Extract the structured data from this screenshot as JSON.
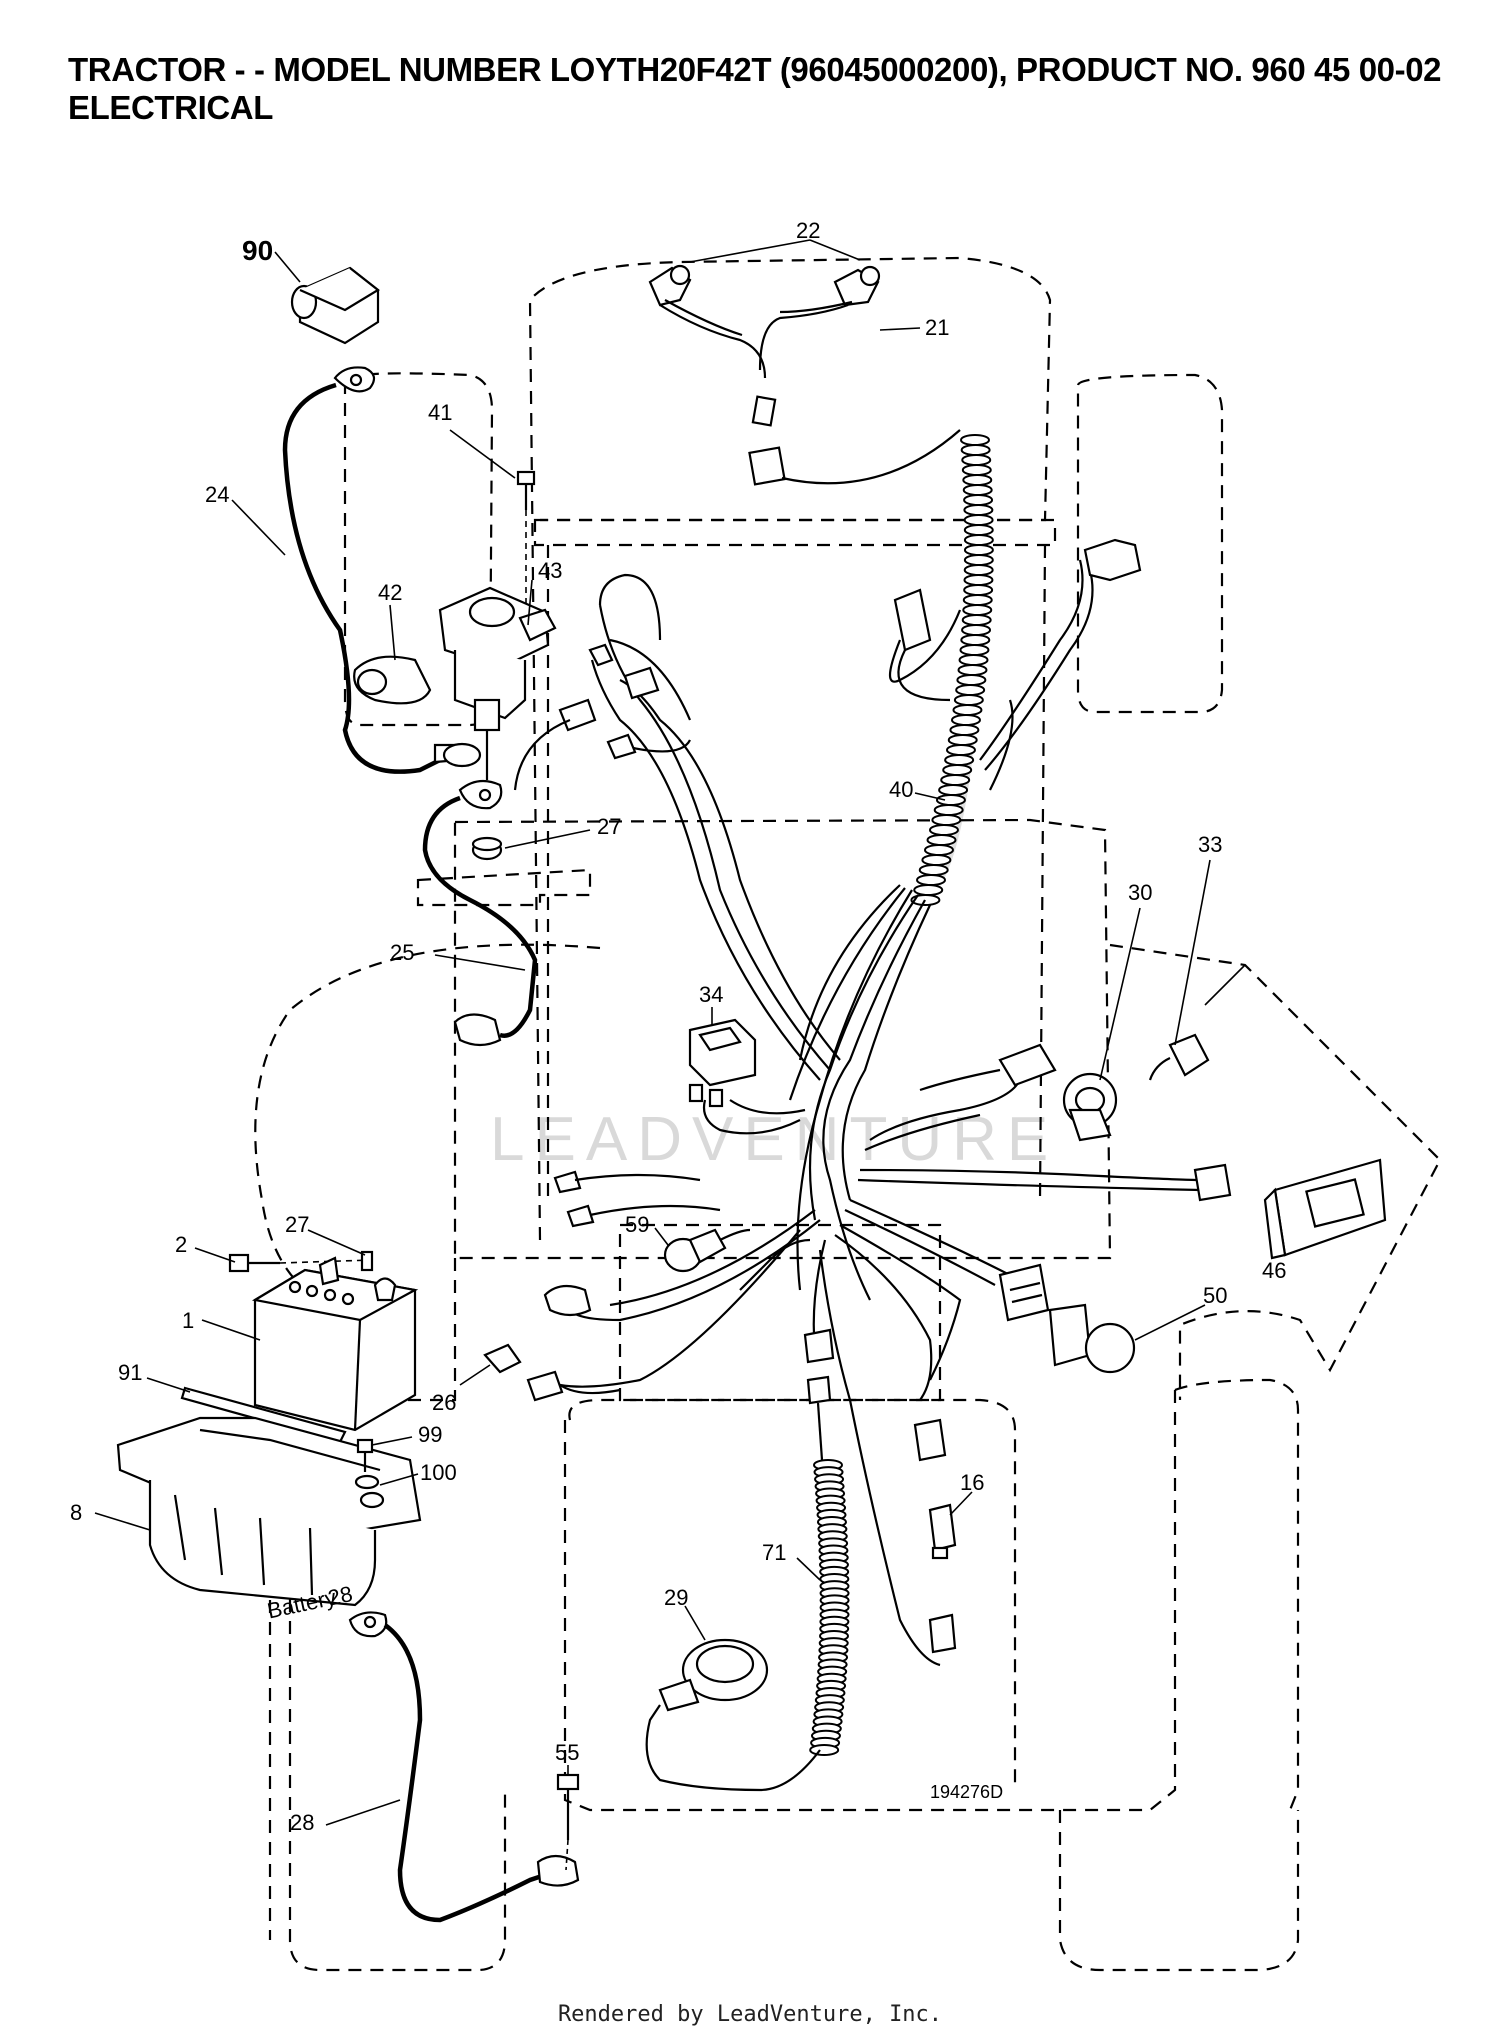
{
  "header": {
    "title_line1": "TRACTOR - - MODEL NUMBER LOYTH20F42T (96045000200), PRODUCT NO. 960 45 00-02",
    "title_line2": "ELECTRICAL"
  },
  "callouts": {
    "c90": "90",
    "c22": "22",
    "c21": "21",
    "c41": "41",
    "c24": "24",
    "c42": "42",
    "c43": "43",
    "c27a": "27",
    "c25": "25",
    "c40": "40",
    "c33": "33",
    "c30": "30",
    "c34": "34",
    "c2": "2",
    "c27b": "27",
    "c1": "1",
    "c59": "59",
    "c46": "46",
    "c50": "50",
    "c91": "91",
    "c26": "26",
    "c99": "99",
    "c100": "100",
    "c8": "8",
    "c16": "16",
    "c71": "71",
    "c29": "29",
    "c55": "55",
    "c28": "28"
  },
  "battery_label": "Battery",
  "battery_ref": "28",
  "drawing_number": "194276D",
  "watermark_text": "LEADVENTURE",
  "footer": "Rendered by LeadVenture, Inc."
}
